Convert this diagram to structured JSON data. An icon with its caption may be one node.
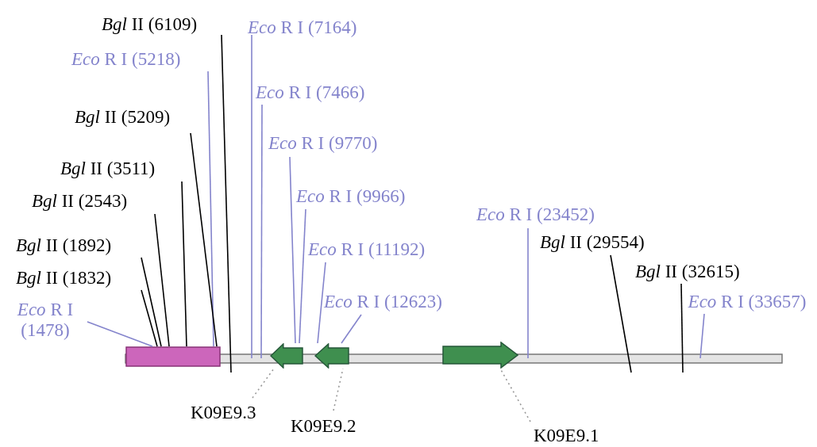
{
  "diagram": {
    "nodes": [
      {
        "text": [
          "*Bgl* II (6109)"
        ]
      },
      {
        "text": [
          "*Eco* R I (7164)"
        ]
      },
      {
        "text": [
          "*Eco* R I (5218)"
        ]
      },
      {
        "text": [
          "*Eco* R I (7466)"
        ]
      },
      {
        "text": [
          "*Bgl* II (5209)"
        ]
      },
      {
        "text": [
          "*Eco* R I (9770)"
        ]
      },
      {
        "text": [
          "*Bgl* II (3511)"
        ]
      },
      {
        "text": [
          "*Eco* R I (9966)"
        ]
      },
      {
        "text": [
          "*Bgl* II (2543)"
        ]
      },
      {
        "text": [
          "*Eco* R I (23452)"
        ]
      },
      {
        "text": [
          "*Bgl* II (29554)"
        ]
      },
      {
        "text": [
          "*Eco* R I (11192)"
        ]
      },
      {
        "text": [
          "*Bgl* II (1892)"
        ]
      },
      {
        "text": [
          "*Bgl* II (32615)"
        ]
      },
      {
        "text": [
          "*Bgl* II (1832)"
        ]
      },
      {
        "text": [
          "*Eco* R I (12623)"
        ]
      },
      {
        "text": [
          "*Eco* R I (1478)"
        ]
      },
      {
        "text": [
          "*Eco* R I (33657)"
        ]
      },
      {
        "text": [],
        "shape": "box"
      },
      {
        "text": [],
        "shape": "arrow"
      },
      {
        "text": [],
        "shape": "arrow"
      },
      {
        "text": [],
        "shape": "arrow"
      },
      {
        "text": [
          "K09E9.3"
        ]
      },
      {
        "text": [
          "K09E9.2"
        ]
      },
      {
        "text": [
          "K09E9.1"
        ]
      }
    ],
    "edges": [
      {
        "from": 0,
        "to": null,
        "arrow": "none",
        "color": "#000000"
      },
      {
        "from": 1,
        "to": null,
        "arrow": "none"
      },
      {
        "from": 2,
        "to": 18,
        "arrow": "none"
      },
      {
        "from": 3,
        "to": null,
        "arrow": "none"
      },
      {
        "from": 4,
        "to": 18,
        "arrow": "none",
        "color": "#000000"
      },
      {
        "from": 5,
        "to": 19,
        "arrow": "none"
      },
      {
        "from": 6,
        "to": 18,
        "arrow": "none",
        "color": "#000000"
      },
      {
        "from": 7,
        "to": 19,
        "arrow": "none"
      },
      {
        "from": 8,
        "to": 18,
        "arrow": "none",
        "color": "#000000"
      },
      {
        "from": 9,
        "to": null,
        "arrow": "none"
      },
      {
        "from": 10,
        "to": null,
        "arrow": "none",
        "color": "#000000"
      },
      {
        "from": 11,
        "to": 20,
        "arrow": "none"
      },
      {
        "from": 12,
        "to": 18,
        "arrow": "none",
        "color": "#000000"
      },
      {
        "from": 13,
        "to": null,
        "arrow": "none",
        "color": "#000000"
      },
      {
        "from": 14,
        "to": 18,
        "arrow": "none",
        "color": "#000000"
      },
      {
        "from": 15,
        "to": 20,
        "arrow": "none"
      },
      {
        "from": 16,
        "to": 18,
        "arrow": "none"
      },
      {
        "from": 17,
        "to": null,
        "arrow": "none"
      },
      {
        "from": 22,
        "to": 19,
        "arrow": "none",
        "style": "dashed",
        "color": "#999999"
      },
      {
        "from": 23,
        "to": 20,
        "arrow": "none",
        "style": "dashed",
        "color": "#999999"
      },
      {
        "from": 24,
        "to": 21,
        "arrow": "none",
        "style": "dashed",
        "color": "#999999"
      }
    ]
  }
}
